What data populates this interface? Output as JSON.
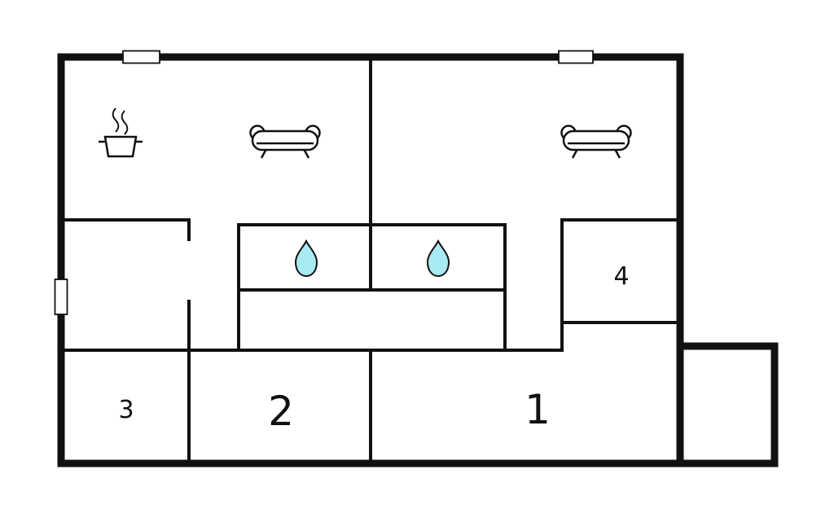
{
  "floorplan": {
    "colors": {
      "wall": "#111111",
      "background": "#ffffff",
      "water_drop_fill": "#a9e9f2",
      "window_fill": "#ffffff"
    },
    "rooms": [
      {
        "label": "1"
      },
      {
        "label": "2"
      },
      {
        "label": "3"
      },
      {
        "label": "4"
      }
    ],
    "icons": [
      {
        "name": "stove-pot-icon"
      },
      {
        "name": "sofa-icon"
      },
      {
        "name": "sofa-icon"
      },
      {
        "name": "water-drop-icon"
      },
      {
        "name": "water-drop-icon"
      },
      {
        "name": "window-icon"
      },
      {
        "name": "window-icon"
      },
      {
        "name": "window-icon"
      }
    ]
  }
}
